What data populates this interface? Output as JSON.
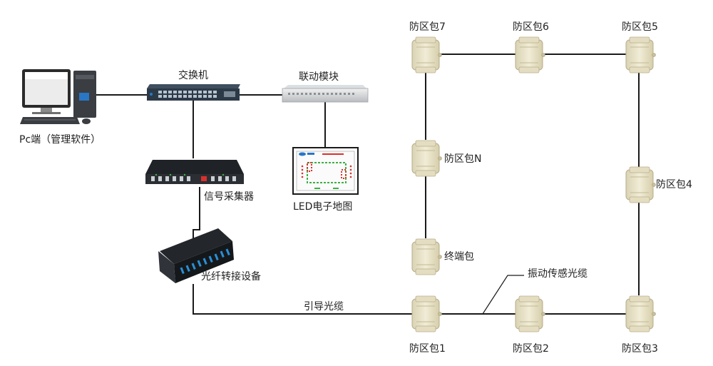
{
  "labels": {
    "pc": "Pc端（管理软件）",
    "switch": "交换机",
    "linkage": "联动模块",
    "led_map": "LED电子地图",
    "collector": "信号采集器",
    "fiber_transfer": "光纤转接设备",
    "lead_cable": "引导光缆",
    "vibration_cable": "振动传感光缆",
    "zone_1": "防区包1",
    "zone_2": "防区包2",
    "zone_3": "防区包3",
    "zone_4": "防区包4",
    "zone_5": "防区包5",
    "zone_6": "防区包6",
    "zone_7": "防区包7",
    "zone_n": "防区包N",
    "terminal": "终端包"
  },
  "colors": {
    "line": "#1a1a1a",
    "box_body": "#ece6cc",
    "box_shade": "#d8d0ad",
    "device_dark": "#2e3238",
    "led_green": "#3cb043",
    "led_red": "#d9302c"
  }
}
